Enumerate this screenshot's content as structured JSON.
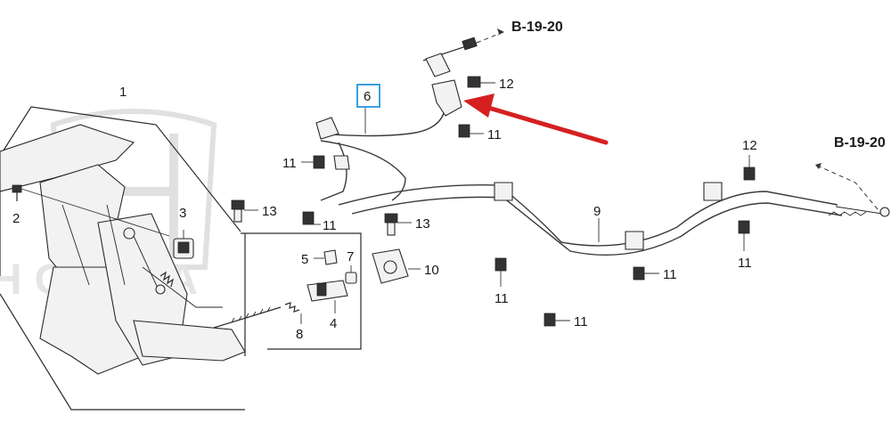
{
  "ref_labels": {
    "top": "B-19-20",
    "right": "B-19-20"
  },
  "callouts": {
    "c1": "1",
    "c2": "2",
    "c3": "3",
    "c4": "4",
    "c5": "5",
    "c6": "6",
    "c7": "7",
    "c8": "8",
    "c9": "9",
    "c10": "10",
    "c11a": "11",
    "c11b": "11",
    "c11c": "11",
    "c11d": "11",
    "c11e": "11",
    "c11f": "11",
    "c11g": "11",
    "c12a": "12",
    "c12b": "12",
    "c13a": "13",
    "c13b": "13"
  },
  "colors": {
    "highlight_arrow": "#d62020",
    "highlight_box": "#3aa0e0",
    "watermark": "#c8c8c8"
  },
  "watermark_text": "HONDA"
}
